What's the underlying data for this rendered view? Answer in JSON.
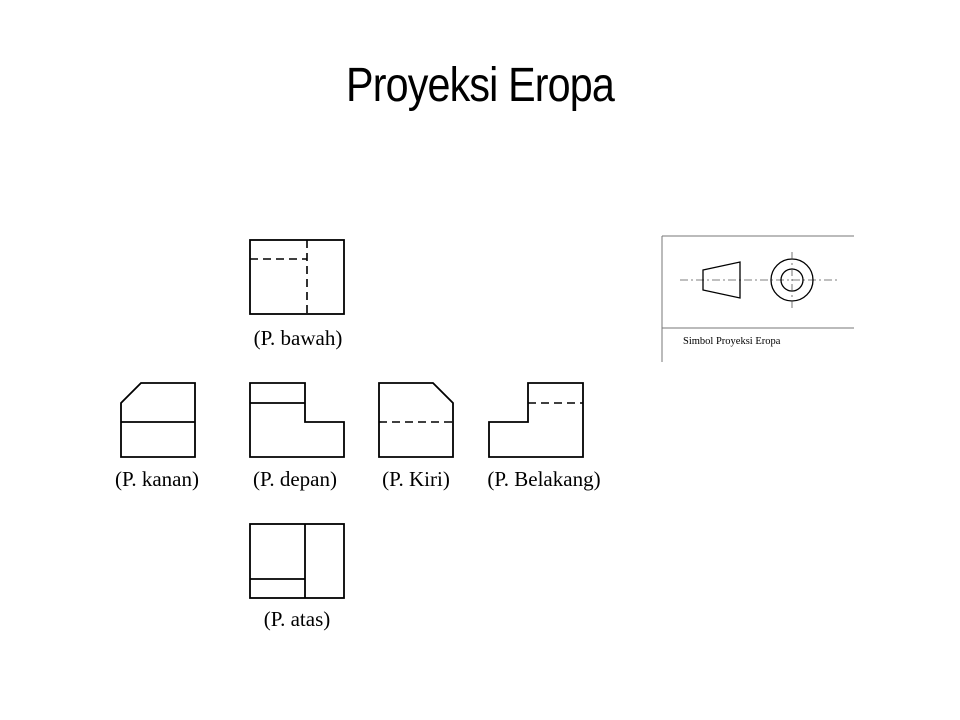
{
  "slide": {
    "title": "Proyeksi Eropa"
  },
  "views": {
    "bawah": {
      "label": "(P. bawah)"
    },
    "kanan": {
      "label": "(P. kanan)"
    },
    "depan": {
      "label": "(P. depan)"
    },
    "kiri": {
      "label": "(P. Kiri)"
    },
    "belakang": {
      "label": "(P. Belakang)"
    },
    "atas": {
      "label": "(P. atas)"
    }
  },
  "symbol": {
    "caption": "Simbol Proyeksi Eropa"
  }
}
